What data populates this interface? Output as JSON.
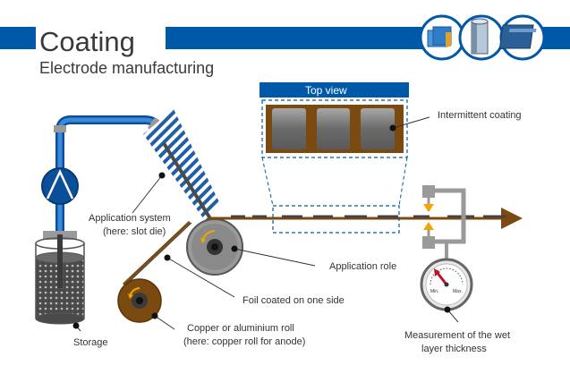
{
  "header": {
    "title": "Coating",
    "subtitle": "Electrode manufacturing"
  },
  "top_view": {
    "label": "Top view"
  },
  "labels": {
    "intermittent_coating": "Intermittent coating",
    "application_system_1": "Application system",
    "application_system_2": "(here: slot die)",
    "application_role": "Application role",
    "foil_coated": "Foil coated on one side",
    "roll_1": "Copper or aluminium roll",
    "roll_2": "(here: copper roll for anode)",
    "storage": "Storage",
    "measurement_1": "Measurement of the wet",
    "measurement_2": "layer thickness"
  },
  "gauge": {
    "min_label": "Min.",
    "max_label": "Max."
  },
  "colors": {
    "brand_blue": "#0059a8",
    "coating_brown": "#7a4a10",
    "roll_gray": "#8a8a8a",
    "arrow_orange": "#f0a500"
  },
  "icons": [
    "cell-stack-icon",
    "cylindrical-cell-icon",
    "prismatic-cell-icon"
  ]
}
